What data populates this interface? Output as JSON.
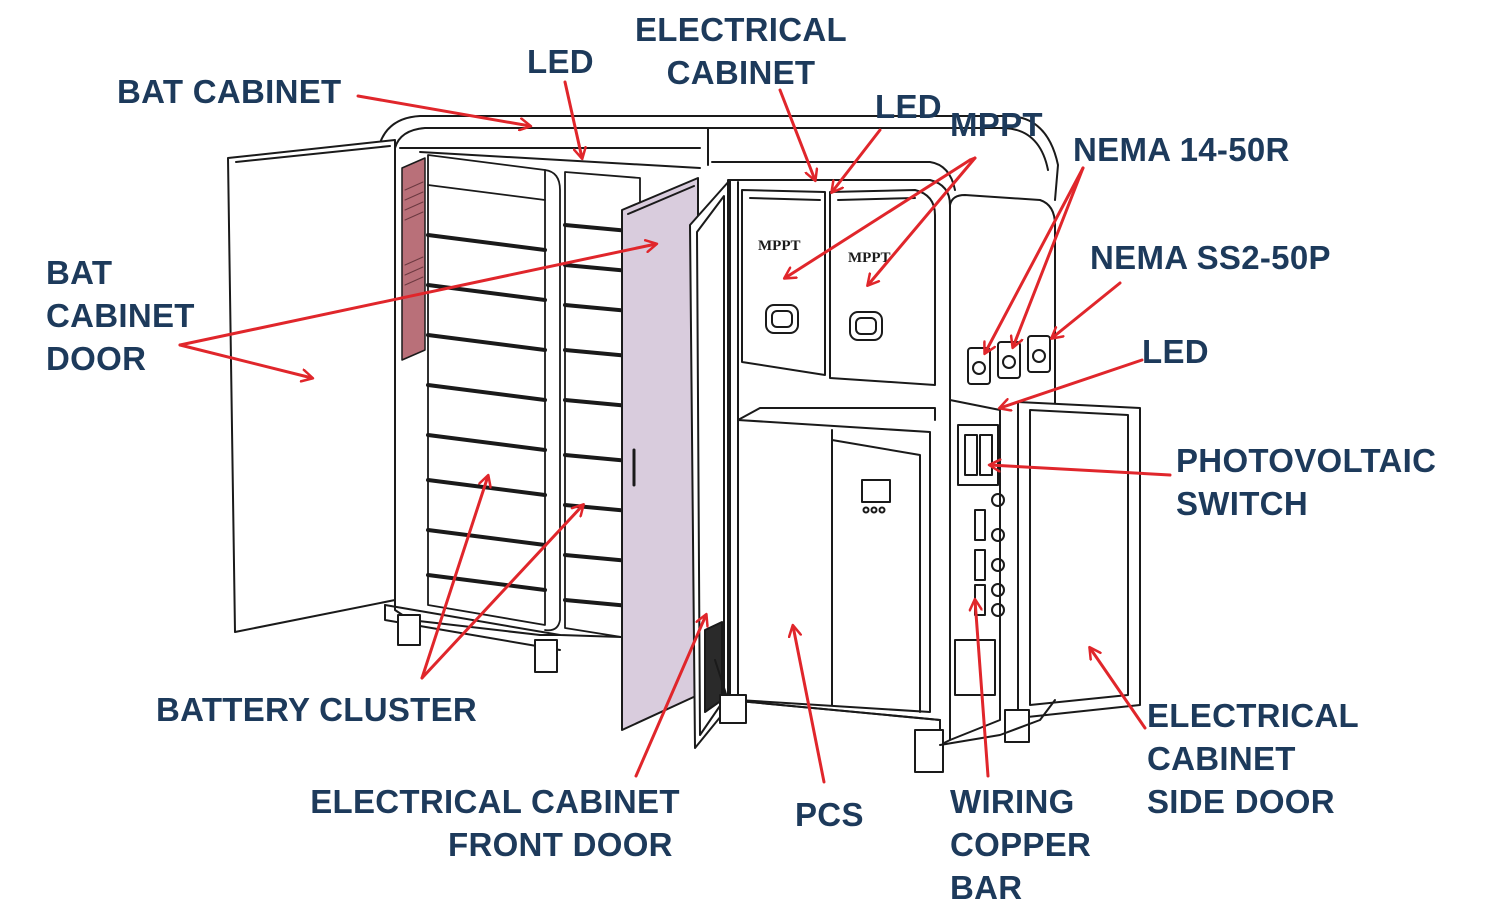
{
  "labels": {
    "bat_cabinet": "BAT CABINET",
    "led_top_left": "LED",
    "electrical_cabinet": [
      "ELECTRICAL",
      "CABINET"
    ],
    "led_top_mid": "LED",
    "mppt": "MPPT",
    "nema_14_50r": "NEMA 14-50R",
    "bat_cabinet_door": [
      "BAT",
      "CABINET",
      "DOOR"
    ],
    "nema_ss2_50p": "NEMA SS2-50P",
    "led_right": "LED",
    "photovoltaic_switch": [
      "PHOTOVOLTAIC",
      "SWITCH"
    ],
    "battery_cluster": "BATTERY CLUSTER",
    "electrical_cabinet_front_door": [
      "ELECTRICAL CABINET",
      "FRONT DOOR"
    ],
    "pcs": "PCS",
    "wiring_copper_bar": [
      "WIRING",
      "COPPER",
      "BAR"
    ],
    "electrical_cabinet_side_door": [
      "ELECTRICAL",
      "CABINET",
      "SIDE DOOR"
    ]
  },
  "module_text": {
    "mppt_left": "MPPT",
    "mppt_right": "MPPT"
  },
  "colors": {
    "label_text": "#1d3a5b",
    "arrow": "#e0262b",
    "line_art": "#1a1a1a",
    "door_panel": "#d9ccdd",
    "vent_panel": "#b97079"
  }
}
